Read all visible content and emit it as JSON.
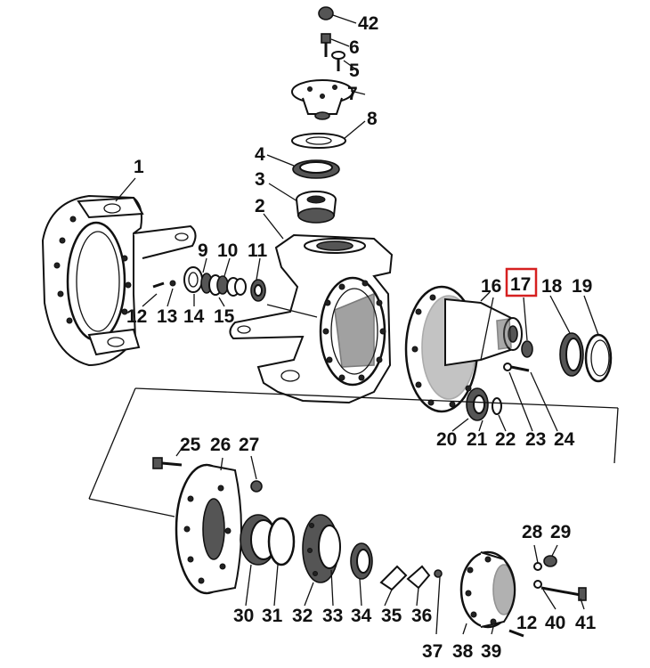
{
  "highlight": {
    "label": "17",
    "color": "#d62020"
  },
  "labels": [
    {
      "id": "42",
      "text": "42"
    },
    {
      "id": "6",
      "text": "6"
    },
    {
      "id": "5",
      "text": "5"
    },
    {
      "id": "7",
      "text": "7"
    },
    {
      "id": "8",
      "text": "8"
    },
    {
      "id": "4",
      "text": "4"
    },
    {
      "id": "3",
      "text": "3"
    },
    {
      "id": "2",
      "text": "2"
    },
    {
      "id": "1",
      "text": "1"
    },
    {
      "id": "9",
      "text": "9"
    },
    {
      "id": "10",
      "text": "10"
    },
    {
      "id": "11",
      "text": "11"
    },
    {
      "id": "12a",
      "text": "12"
    },
    {
      "id": "13",
      "text": "13"
    },
    {
      "id": "14",
      "text": "14"
    },
    {
      "id": "15",
      "text": "15"
    },
    {
      "id": "16",
      "text": "16"
    },
    {
      "id": "17",
      "text": "17"
    },
    {
      "id": "18",
      "text": "18"
    },
    {
      "id": "19",
      "text": "19"
    },
    {
      "id": "20",
      "text": "20"
    },
    {
      "id": "21",
      "text": "21"
    },
    {
      "id": "22",
      "text": "22"
    },
    {
      "id": "23",
      "text": "23"
    },
    {
      "id": "24",
      "text": "24"
    },
    {
      "id": "25",
      "text": "25"
    },
    {
      "id": "26",
      "text": "26"
    },
    {
      "id": "27",
      "text": "27"
    },
    {
      "id": "28",
      "text": "28"
    },
    {
      "id": "29",
      "text": "29"
    },
    {
      "id": "30",
      "text": "30"
    },
    {
      "id": "31",
      "text": "31"
    },
    {
      "id": "32",
      "text": "32"
    },
    {
      "id": "33",
      "text": "33"
    },
    {
      "id": "34",
      "text": "34"
    },
    {
      "id": "35",
      "text": "35"
    },
    {
      "id": "36",
      "text": "36"
    },
    {
      "id": "12b",
      "text": "12"
    },
    {
      "id": "40",
      "text": "40"
    },
    {
      "id": "41",
      "text": "41"
    },
    {
      "id": "37",
      "text": "37"
    },
    {
      "id": "38",
      "text": "38"
    },
    {
      "id": "39",
      "text": "39"
    }
  ]
}
